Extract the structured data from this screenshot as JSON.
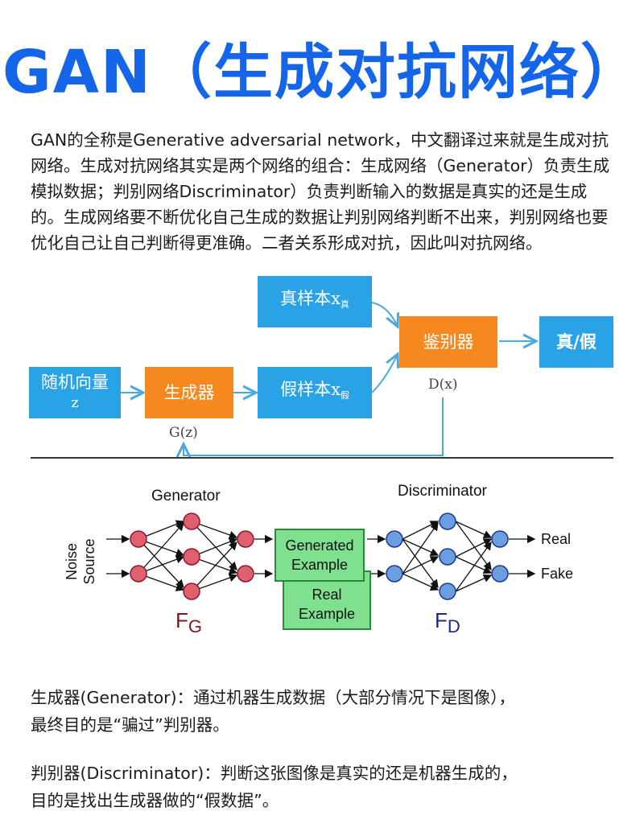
{
  "title": "GAN（生成对抗网络）",
  "intro": "GAN的全称是Generative adversarial network，中文翻译过来就是生成对抗网络。生成对抗网络其实是两个网络的组合：生成网络（Generator）负责生成模拟数据；判别网络Discriminator）负责判断输入的数据是真实的还是生成的。生成网络要不断优化自己生成的数据让判别网络判断不出来，判别网络也要优化自己让自己判断得更准确。二者关系形成对抗，因此叫对抗网络。",
  "flow": {
    "real_sample": "真样本x",
    "real_sub": "真",
    "discriminator": "鉴别器",
    "output": "真/假",
    "random_vector": "随机向量",
    "random_z": "z",
    "generator": "生成器",
    "fake_sample": "假样本x",
    "fake_sub": "假",
    "dx_label": "D(x)",
    "gz_label": "G(z)"
  },
  "network": {
    "generator_label": "Generator",
    "discriminator_label": "Discriminator",
    "noise_label": "Noise",
    "source_label": "Source",
    "generated_box_line1": "Generated",
    "generated_box_line2": "Example",
    "real_box_line1": "Real",
    "real_box_line2": "Example",
    "out_real": "Real",
    "out_fake": "Fake",
    "fg_main": "F",
    "fg_sub": "G",
    "fd_main": "F",
    "fd_sub": "D"
  },
  "desc_generator_1": "生成器(Generator)：通过机器生成数据（大部分情况下是图像），",
  "desc_generator_2": "最终目的是“骗过”判别器。",
  "desc_discriminator_1": "判别器(Discriminator)：判断这张图像是真实的还是机器生成的，",
  "desc_discriminator_2": "目的是找出生成器做的“假数据”。",
  "colors": {
    "title": "#1565e8",
    "box_blue": "#2aa3e6",
    "box_orange": "#f5881f",
    "arrow": "#4aa8e0",
    "gen_node": "#e06070",
    "disc_node": "#6a9ee0",
    "green_box": "#7fe08f"
  }
}
